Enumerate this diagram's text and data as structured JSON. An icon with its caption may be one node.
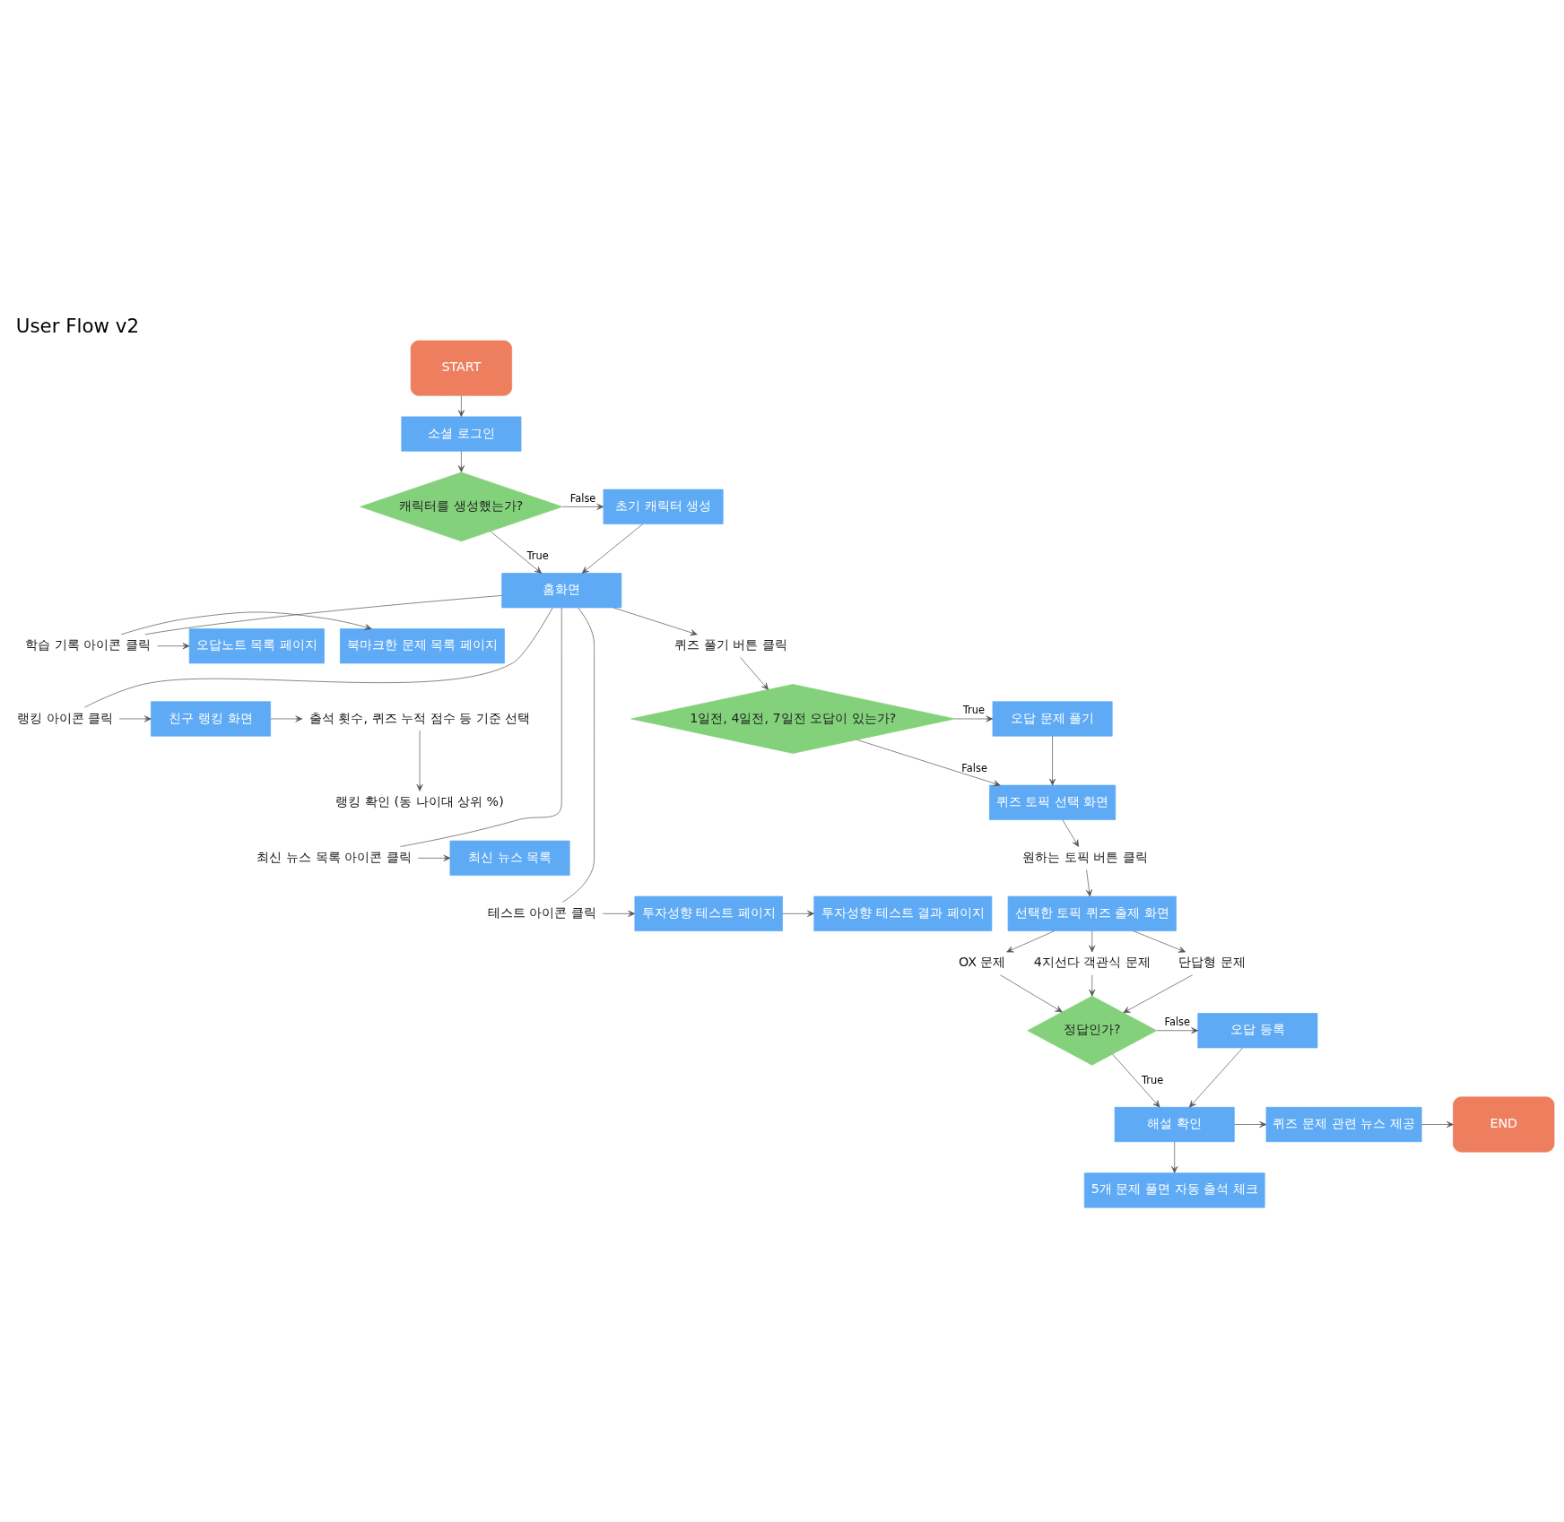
{
  "diagram": {
    "title": "User Flow v2",
    "nodes": [
      {
        "text": [
          "START"
        ]
      },
      {
        "text": [
          "소셜 로그인"
        ]
      },
      {
        "text": [
          "캐릭터를 생성했는가?"
        ]
      },
      {
        "text": [
          "초기 캐릭터 생성"
        ]
      },
      {
        "text": [
          "홈화면"
        ]
      },
      {
        "text": [
          "학습 기록 아이콘 클릭"
        ]
      },
      {
        "text": [
          "오답노트 목록 페이지"
        ]
      },
      {
        "text": [
          "북마크한 문제 목록 페이지"
        ]
      },
      {
        "text": [
          "랭킹 아이콘 클릭"
        ]
      },
      {
        "text": [
          "친구 랭킹 화면"
        ]
      },
      {
        "text": [
          "출석 횟수, 퀴즈 누적 점수 등 기준 선택"
        ]
      },
      {
        "text": [
          "랭킹 확인 (동 나이대 상위 %)"
        ]
      },
      {
        "text": [
          "최신 뉴스 목록 아이콘 클릭"
        ]
      },
      {
        "text": [
          "최신 뉴스 목록"
        ]
      },
      {
        "text": [
          "테스트 아이콘 클릭"
        ]
      },
      {
        "text": [
          "투자성향 테스트 페이지"
        ]
      },
      {
        "text": [
          "투자성향 테스트 결과 페이지"
        ]
      },
      {
        "text": [
          "퀴즈 풀기 버튼 클릭"
        ]
      },
      {
        "text": [
          "1일전, 4일전, 7일전 오답이 있는가?"
        ]
      },
      {
        "text": [
          "오답 문제 풀기"
        ]
      },
      {
        "text": [
          "퀴즈 토픽 선택 화면"
        ]
      },
      {
        "text": [
          "원하는 토픽 버튼 클릭"
        ]
      },
      {
        "text": [
          "선택한 토픽 퀴즈 출제 화면"
        ]
      },
      {
        "text": [
          "OX 문제"
        ]
      },
      {
        "text": [
          "4지선다 객관식 문제"
        ]
      },
      {
        "text": [
          "단답형 문제"
        ]
      },
      {
        "text": [
          "정답인가?"
        ]
      },
      {
        "text": [
          "오답 등록"
        ]
      },
      {
        "text": [
          "해설 확인"
        ]
      },
      {
        "text": [
          "5개 문제 풀면 자동 출석 체크"
        ]
      },
      {
        "text": [
          "퀴즈 문제 관련 뉴스 제공"
        ]
      },
      {
        "text": [
          "END"
        ]
      }
    ],
    "edges": [
      {
        "from": 0,
        "to": 1,
        "arrow": "to"
      },
      {
        "from": 1,
        "to": 2,
        "arrow": "to"
      },
      {
        "from": 2,
        "to": 3,
        "arrow": "to",
        "label": "False"
      },
      {
        "from": 2,
        "to": 4,
        "arrow": "to",
        "label": "True"
      },
      {
        "from": 3,
        "to": 4,
        "arrow": "to"
      },
      {
        "from": 4,
        "to": 5,
        "arrow": "none"
      },
      {
        "from": 5,
        "to": 6,
        "arrow": "to"
      },
      {
        "from": 5,
        "to": 7,
        "arrow": "to"
      },
      {
        "from": 4,
        "to": 8,
        "arrow": "none"
      },
      {
        "from": 8,
        "to": 9,
        "arrow": "to"
      },
      {
        "from": 9,
        "to": 10,
        "arrow": "to"
      },
      {
        "from": 10,
        "to": 11,
        "arrow": "to"
      },
      {
        "from": 4,
        "to": 12,
        "arrow": "none"
      },
      {
        "from": 12,
        "to": 13,
        "arrow": "to"
      },
      {
        "from": 4,
        "to": 14,
        "arrow": "none"
      },
      {
        "from": 14,
        "to": 15,
        "arrow": "to"
      },
      {
        "from": 15,
        "to": 16,
        "arrow": "to"
      },
      {
        "from": 4,
        "to": 17,
        "arrow": "to"
      },
      {
        "from": 17,
        "to": 18,
        "arrow": "to"
      },
      {
        "from": 18,
        "to": 19,
        "arrow": "to",
        "label": "True"
      },
      {
        "from": 18,
        "to": 20,
        "arrow": "to",
        "label": "False"
      },
      {
        "from": 19,
        "to": 20,
        "arrow": "to"
      },
      {
        "from": 20,
        "to": 21,
        "arrow": "to"
      },
      {
        "from": 21,
        "to": 22,
        "arrow": "to"
      },
      {
        "from": 22,
        "to": 23,
        "arrow": "to"
      },
      {
        "from": 22,
        "to": 24,
        "arrow": "to"
      },
      {
        "from": 22,
        "to": 25,
        "arrow": "to"
      },
      {
        "from": 23,
        "to": 26,
        "arrow": "to"
      },
      {
        "from": 24,
        "to": 26,
        "arrow": "to"
      },
      {
        "from": 25,
        "to": 26,
        "arrow": "to"
      },
      {
        "from": 26,
        "to": 27,
        "arrow": "to",
        "label": "False"
      },
      {
        "from": 26,
        "to": 28,
        "arrow": "to",
        "label": "True"
      },
      {
        "from": 27,
        "to": 28,
        "arrow": "to"
      },
      {
        "from": 28,
        "to": 29,
        "arrow": "to"
      },
      {
        "from": 28,
        "to": 30,
        "arrow": "to"
      },
      {
        "from": 30,
        "to": 31,
        "arrow": "to"
      }
    ]
  }
}
